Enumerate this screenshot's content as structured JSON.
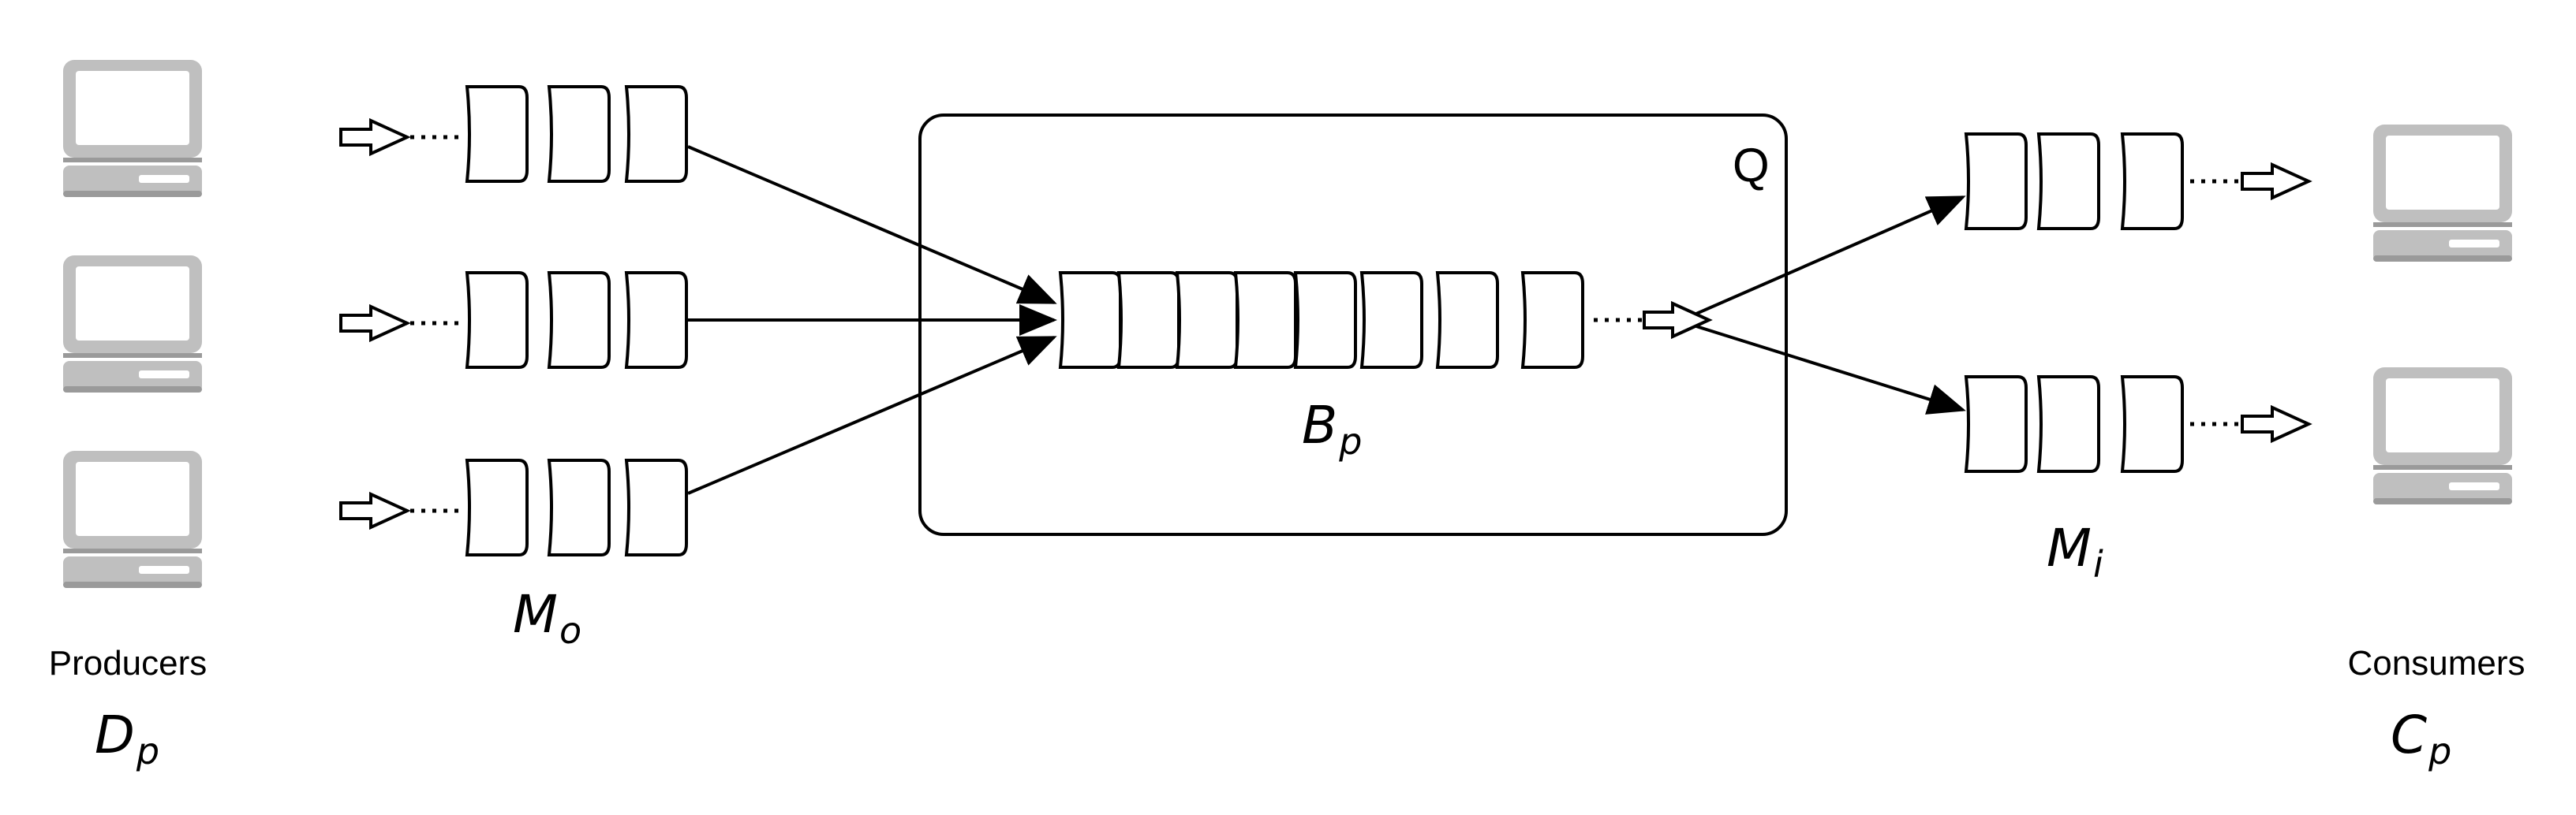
{
  "colors": {
    "computer_gray": "#bfbfbf",
    "computer_shadow": "#9a9a9a",
    "stroke": "#000000",
    "background": "#ffffff"
  },
  "icons": {
    "producer": "computer-icon",
    "consumer": "computer-icon"
  },
  "labels": {
    "producers": "Producers",
    "producers_math_base": "D",
    "producers_math_sub": "p",
    "outgoing_math_base": "M",
    "outgoing_math_sub": "o",
    "queue": "Q",
    "buffer_math_base": "B",
    "buffer_math_sub": "p",
    "incoming_math_base": "M",
    "incoming_math_sub": "i",
    "consumers": "Consumers",
    "consumers_math_base": "C",
    "consumers_math_sub": "p"
  }
}
